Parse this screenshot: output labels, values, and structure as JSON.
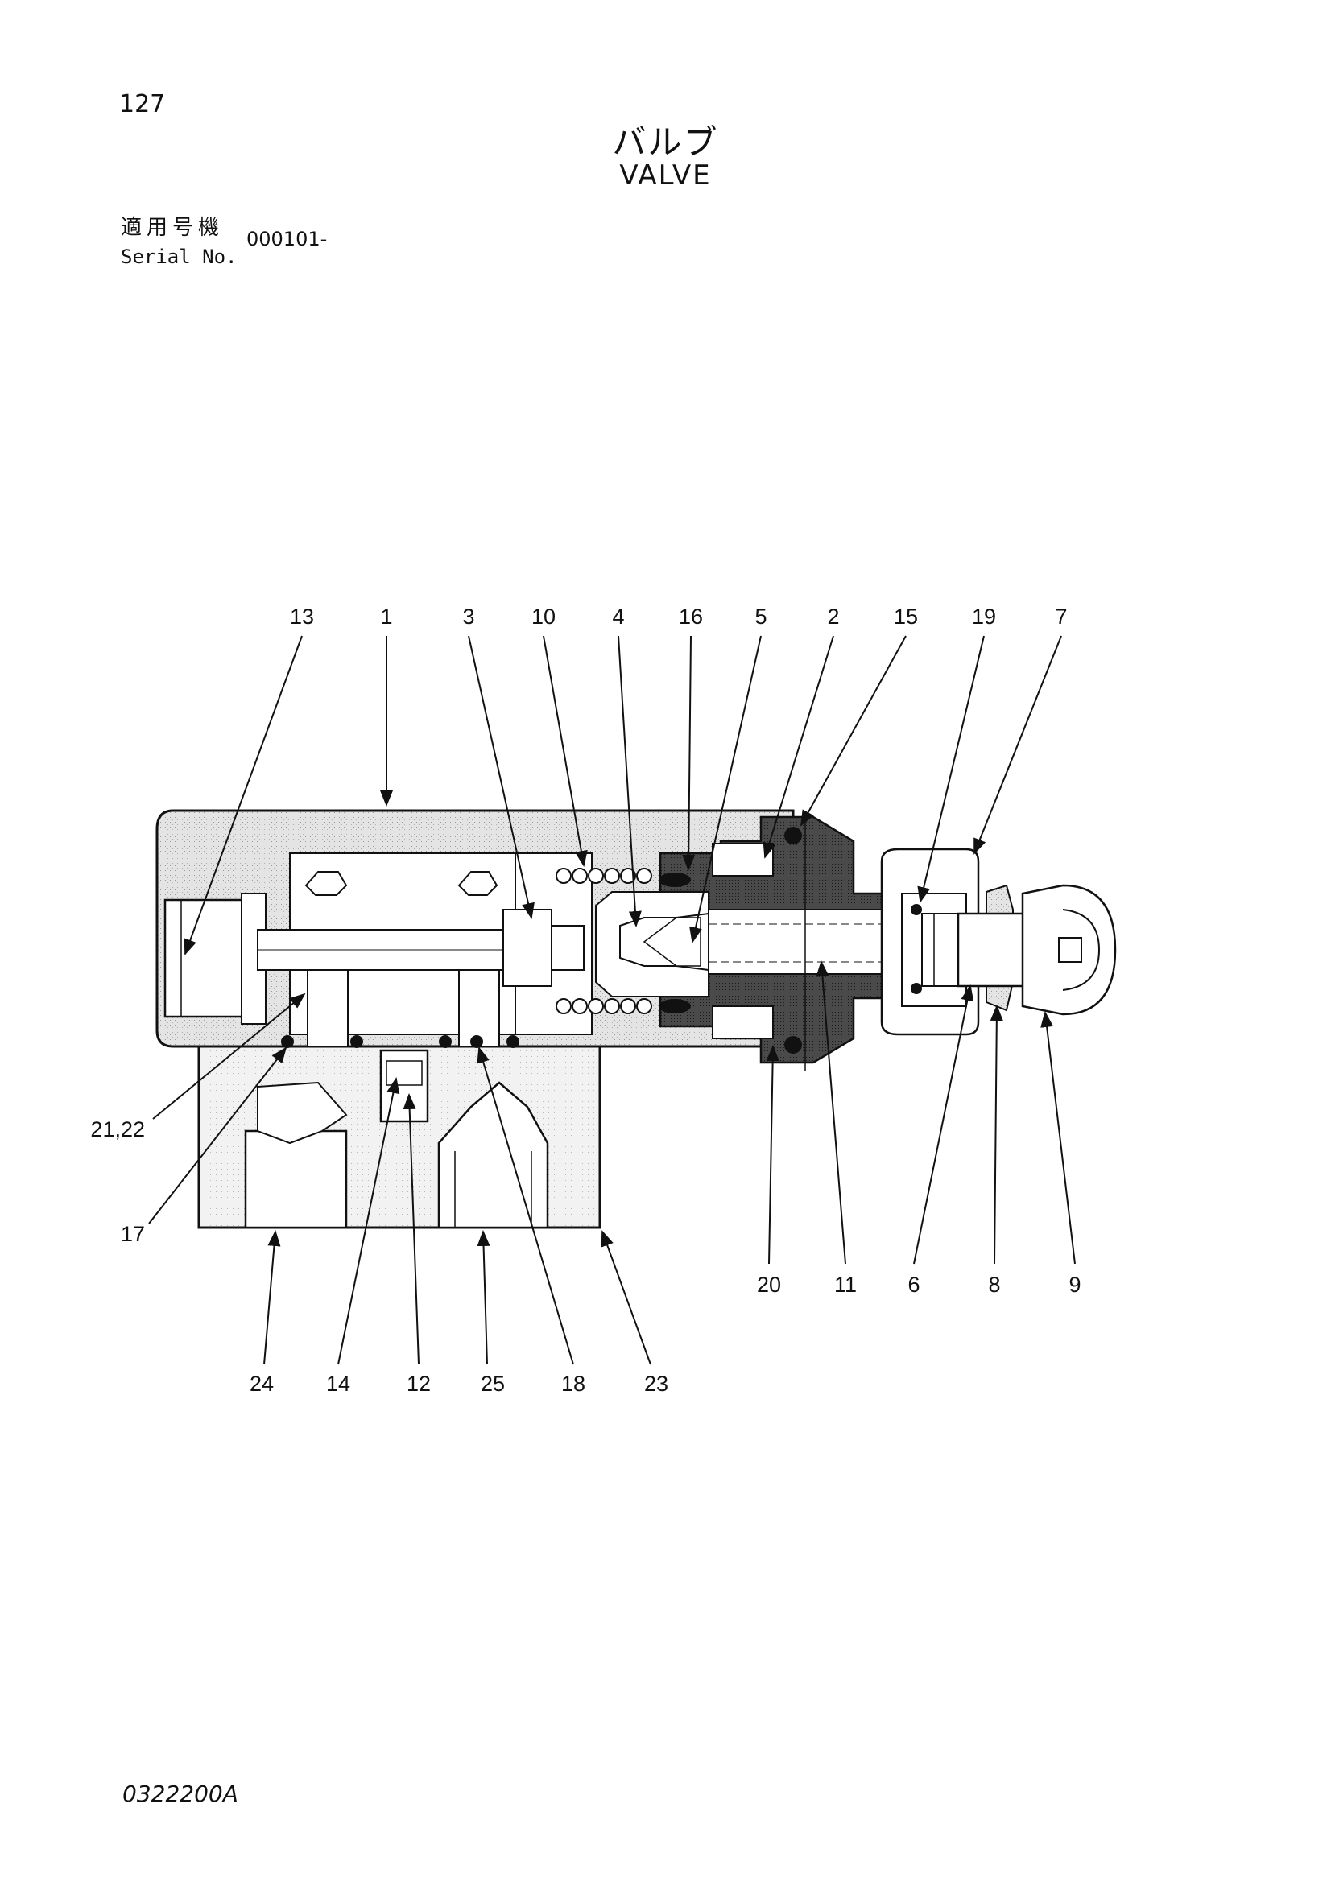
{
  "header": {
    "page_number": "127",
    "title_jp": "バルブ",
    "title_en": "VALVE",
    "serial_label_jp": "適用号機",
    "serial_label_en": "Serial No.",
    "serial_value": "000101-"
  },
  "footer": {
    "drawing_code": "0322200A"
  },
  "callouts": {
    "c13": "13",
    "c1": "1",
    "c3": "3",
    "c10": "10",
    "c4": "4",
    "c16": "16",
    "c5": "5",
    "c2": "2",
    "c15": "15",
    "c19": "19",
    "c7": "7",
    "c21_22": "21,22",
    "c17": "17",
    "c20": "20",
    "c11": "11",
    "c6": "6",
    "c8": "8",
    "c9": "9",
    "c24": "24",
    "c14": "14",
    "c12": "12",
    "c25": "25",
    "c18": "18",
    "c23": "23"
  }
}
